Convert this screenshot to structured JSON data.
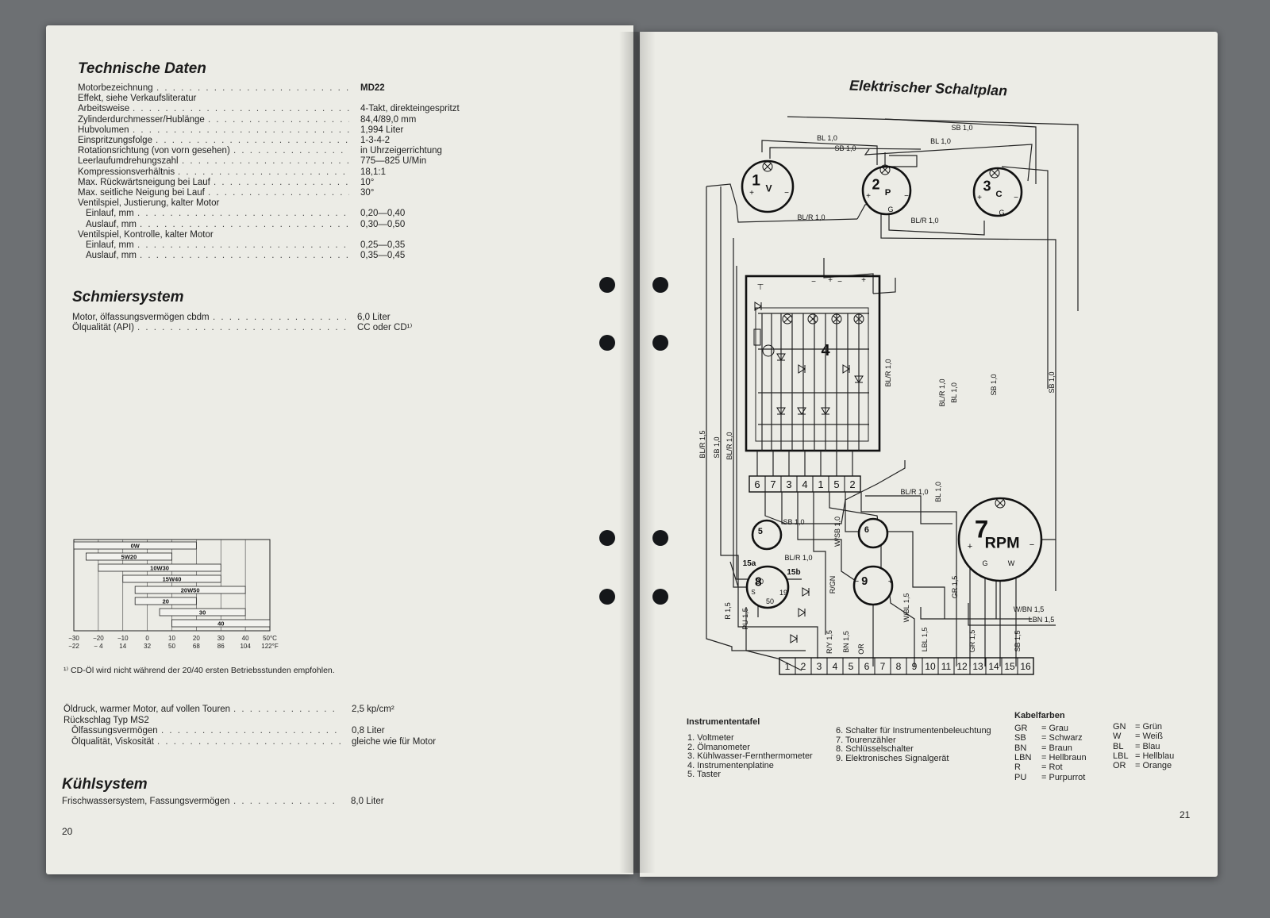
{
  "left_page": {
    "technische_daten": {
      "title": "Technische Daten",
      "rows": [
        {
          "label": "Motorbezeichnung",
          "value": "MD22",
          "bold": true
        },
        {
          "label": "Effekt, siehe Verkaufsliteratur",
          "value": ""
        },
        {
          "label": "Arbeitsweise",
          "value": "4-Takt, direkteingespritzt"
        },
        {
          "label": "Zylinderdurchmesser/Hublänge",
          "value": "84,4/89,0 mm"
        },
        {
          "label": "Hubvolumen",
          "value": "1,994 Liter"
        },
        {
          "label": "Einspritzungsfolge",
          "value": "1-3-4-2"
        },
        {
          "label": "Rotationsrichtung (von vorn gesehen)",
          "value": "in Uhrzeigerrichtung"
        },
        {
          "label": "Leerlaufumdrehungszahl",
          "value": "775—825 U/Min"
        },
        {
          "label": "Kompressionsverhältnis",
          "value": "18,1:1"
        },
        {
          "label": "Max. Rückwärtsneigung bei Lauf",
          "value": "10°"
        },
        {
          "label": "Max. seitliche Neigung bei Lauf",
          "value": "30°"
        },
        {
          "label": "Ventilspiel, Justierung, kalter Motor",
          "value": ""
        },
        {
          "label": "Einlauf, mm",
          "value": "0,20—0,40",
          "indent": true
        },
        {
          "label": "Auslauf, mm",
          "value": "0,30—0,50",
          "indent": true
        },
        {
          "label": "Ventilspiel, Kontrolle, kalter Motor",
          "value": ""
        },
        {
          "label": "Einlauf, mm",
          "value": "0,25—0,35",
          "indent": true
        },
        {
          "label": "Auslauf, mm",
          "value": "0,35—0,45",
          "indent": true
        }
      ]
    },
    "schmiersystem": {
      "title": "Schmiersystem",
      "rows": [
        {
          "label": "Motor, ölfassungsvermögen cbdm",
          "value": "6,0 Liter"
        },
        {
          "label": "Ölqualität (API)",
          "value": "CC oder CD¹⁾"
        }
      ]
    },
    "viscosity_chart": {
      "grades": [
        "0W",
        "5W20",
        "10W30",
        "15W40",
        "20W50",
        "20",
        "30",
        "40"
      ],
      "celsius_ticks": [
        "−30",
        "−20",
        "−10",
        "0",
        "10",
        "20",
        "30",
        "40",
        "50°C"
      ],
      "fahrenheit_ticks": [
        "−22",
        "− 4",
        "14",
        "32",
        "50",
        "68",
        "86",
        "104",
        "122°F"
      ]
    },
    "footnote": "¹⁾ CD-Öl wird nicht während der 20/40 ersten Betriebsstunden empfohlen.",
    "oeldruck_rows": [
      {
        "label": "Öldruck, warmer Motor, auf vollen Touren",
        "value": "2,5 kp/cm²",
        "dots": true
      },
      {
        "label": "Rückschlag Typ MS2",
        "value": "",
        "dots": false
      },
      {
        "label": "Ölfassungsvermögen",
        "value": "0,8 Liter",
        "dots": true,
        "indent": true
      },
      {
        "label": "Ölqualität, Viskosität",
        "value": "gleiche wie für Motor",
        "dots": true,
        "indent": true
      }
    ],
    "kuehlsystem": {
      "title": "Kühlsystem",
      "rows": [
        {
          "label": "Frischwassersystem, Fassungsvermögen",
          "value": "8,0 Liter"
        }
      ]
    },
    "page_number": "20"
  },
  "right_page": {
    "title": "Elektrischer Schaltplan",
    "schematic": {
      "instruments": {
        "v": {
          "num": "1",
          "letter": "V"
        },
        "p": {
          "num": "2",
          "letter": "P"
        },
        "c": {
          "num": "3",
          "letter": "C"
        },
        "platine": {
          "num": "4"
        },
        "taster": {
          "num": "5"
        },
        "schalter": {
          "num": "6"
        },
        "rpm": {
          "num": "7",
          "letter": "RPM"
        },
        "key": {
          "num": "8"
        },
        "signal": {
          "num": "9"
        }
      },
      "terminal_top": [
        "6",
        "7",
        "3",
        "4",
        "1",
        "5",
        "2"
      ],
      "terminal_bottom": [
        "1",
        "2",
        "3",
        "4",
        "5",
        "6",
        "7",
        "8",
        "9",
        "10",
        "11",
        "12",
        "13",
        "14",
        "15",
        "16"
      ],
      "wire_labels": {
        "sb10_top": "SB 1,0",
        "bl10_a": "BL 1,0",
        "sb10_b": "SB 1,0",
        "bl10_c": "BL 1,0",
        "blr10_a": "BL/R 1,0",
        "blr10_b": "BL/R 1,0",
        "blr10_v1": "BL/R 1,0",
        "blr10_v2": "BL/R 1,0",
        "bl10_v": "BL 1,0",
        "sb10_v1": "SB 1,0",
        "sb10_v2": "SB 1,0",
        "blr15_v": "BL/R 1,5",
        "sb10_v3": "SB 1,0",
        "blr10_v3": "BL/R 1,0",
        "blr10_h6": "BL/R 1,0",
        "bl10_v6": "BL 1,0",
        "sb10_5": "SB 1,0",
        "blr10_8": "BL/R 1,0",
        "wsb10": "W/SB 1,0",
        "rgn": "R/GN",
        "r15": "R 1,5",
        "pu15": "PU 1,5",
        "ry15": "R/Y 1,5",
        "bn15": "BN 1,5",
        "or": "OR",
        "wbl15": "W/BL 1,5",
        "lbl15": "LBL 1,5",
        "gr15_a": "GR 1,5",
        "gr15_b": "GR 1,5",
        "sb15": "SB 1,5",
        "wbn15": "W/BN 1,5",
        "lbn15": "LBN 1,5",
        "k15a": "15a",
        "k15b": "15b",
        "k30": "30",
        "k50": "50",
        "k19": "19",
        "ks": "S",
        "g_p": "G",
        "g_c": "G",
        "g_rpm": "G",
        "w_rpm": "W",
        "plus": "+",
        "minus": "−"
      }
    },
    "instrumententafel": {
      "heading": "Instrumententafel",
      "items_left": [
        "1.  Voltmeter",
        "2.  Ölmanometer",
        "3.  Kühlwasser-Fernthermometer",
        "4.  Instrumentenplatine",
        "5.  Taster"
      ],
      "items_right": [
        "6.  Schalter für Instrumentenbeleuchtung",
        "7.  Tourenzähler",
        "8.  Schlüsselschalter",
        "9.  Elektronisches Signalgerät"
      ]
    },
    "kabelfarben": {
      "heading": "Kabelfarben",
      "col1": [
        {
          "code": "GR",
          "name": "= Grau"
        },
        {
          "code": "SB",
          "name": "= Schwarz"
        },
        {
          "code": "BN",
          "name": "= Braun"
        },
        {
          "code": "LBN",
          "name": "= Hellbraun"
        },
        {
          "code": "R",
          "name": "= Rot"
        },
        {
          "code": "PU",
          "name": "= Purpurrot"
        }
      ],
      "col2": [
        {
          "code": "GN",
          "name": "= Grün"
        },
        {
          "code": "W",
          "name": "= Weiß"
        },
        {
          "code": "BL",
          "name": "= Blau"
        },
        {
          "code": "LBL",
          "name": "= Hellblau"
        },
        {
          "code": "OR",
          "name": "= Orange"
        }
      ]
    },
    "page_number": "21"
  }
}
